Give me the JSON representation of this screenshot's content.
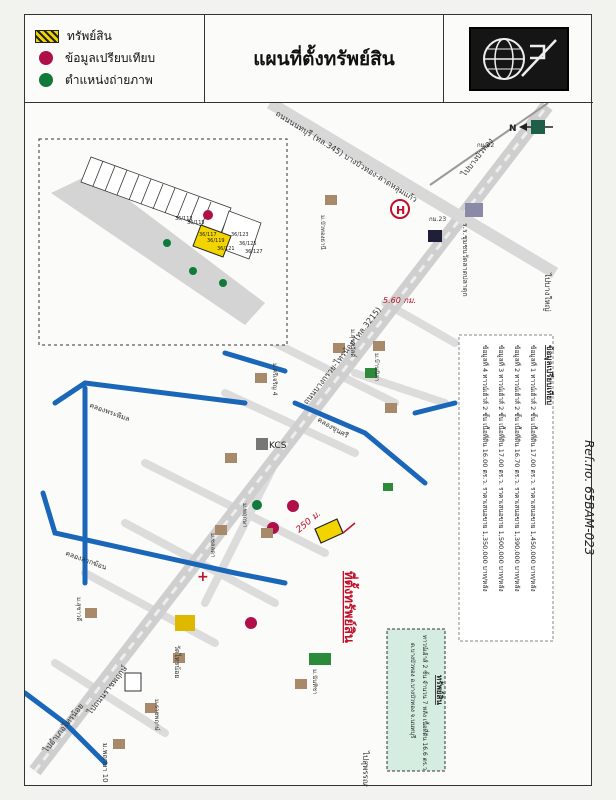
{
  "legend": {
    "property": "ทรัพย์สิน",
    "comparables": "ข้อมูลเปรียบเทียบ",
    "photo_positions": "ตำแหน่งถ่ายภาพ"
  },
  "header": {
    "title": "แผนที่ตั้งทรัพย์สิน"
  },
  "north_label": "N",
  "map_labels": {
    "site_label": "ที่ตั้งทรัพย์สิน",
    "distance_label": "250 ม.",
    "distance_main_label": "5.60 กม.",
    "main_road": "ถนนบางกรวย-ไทรน้อย (ทล.3215)",
    "road_top": "ถนนนนทบุรี (ทล.345) บางบัวทอง-ลาดหลุมแก้ว",
    "to_bangbuathong": "ไปบางบัวทอง",
    "to_bangyai": "ไปบางใหญ่",
    "to_sainoi": "ไปอำเภอไทรน้อย",
    "to_ratchaphruek": "ไปถนนราชพฤกษ์",
    "to_suphan": "ไปสุพรรณบุรี",
    "kcs": "KCS",
    "village_kaeo": "ม.พฤกษา 10",
    "temple": "วัดไทรน้อย",
    "school": "ร.ร.ชุมชนวัดลาดปลาดุก",
    "km22": "กม.22",
    "km23": "กม.23",
    "canal_1": "คลองพระพิมล",
    "canal_2": "คลองลากฆ้อน",
    "canal_3": "คลองขุนศรี",
    "village_list": [
      "ม.บัวทองธานี",
      "ม.ศรีเจริญ 4",
      "ม.สุขสวัสดิ์",
      "ม.พฤกษา",
      "ม.นันทิชา",
      "ม.บ้านนิสา",
      "ม.สุชาวดี",
      "ม.ชลลดา",
      "ม.ราชพฤกษ์"
    ]
  },
  "plan_lots": [
    "36/113",
    "36/115",
    "36/117",
    "36/119",
    "36/121",
    "36/123",
    "36/125",
    "36/127"
  ],
  "comparables_box": {
    "heading": "ข้อมูลเปรียบเทียบ",
    "rows": [
      "ข้อมูลที่ 1 ทาวน์เฮ้าส์ 2 ชั้น เนื้อที่ดิน 17.00 ตร.ว. ราคาเสนอขาย 1,450,000 บาท/หลัง",
      "ข้อมูลที่ 2 ทาวน์เฮ้าส์ 2 ชั้น เนื้อที่ดิน 16.70 ตร.ว. ราคาเสนอขาย 1,390,000 บาท/หลัง",
      "ข้อมูลที่ 3 ทาวน์เฮ้าส์ 2 ชั้น เนื้อที่ดิน 17.00 ตร.ว. ราคาเสนอขาย 1,500,000 บาท/หลัง",
      "ข้อมูลที่ 4 ทาวน์เฮ้าส์ 2 ชั้น เนื้อที่ดิน 16.00 ตร.ว. ราคาเสนอขาย 1,350,000 บาท/หลัง"
    ]
  },
  "property_box": {
    "heading": "ทรัพย์สิน",
    "line1": "ทาวน์เฮ้าส์ 2 ชั้น จำนวน 7 หลัง เนื้อที่ดิน 16.6 ตร.ว.",
    "line2": "ต.บางบัวทอง อ.บางบัวทอง จ.นนทบุรี"
  },
  "ref": "Ref.no. 65BAM-023",
  "colors": {
    "road": "#dcdcdc",
    "canal": "#1a66b8",
    "comparable": "#b0104a",
    "photo": "#0f7a3a",
    "property": "#f2d500"
  }
}
